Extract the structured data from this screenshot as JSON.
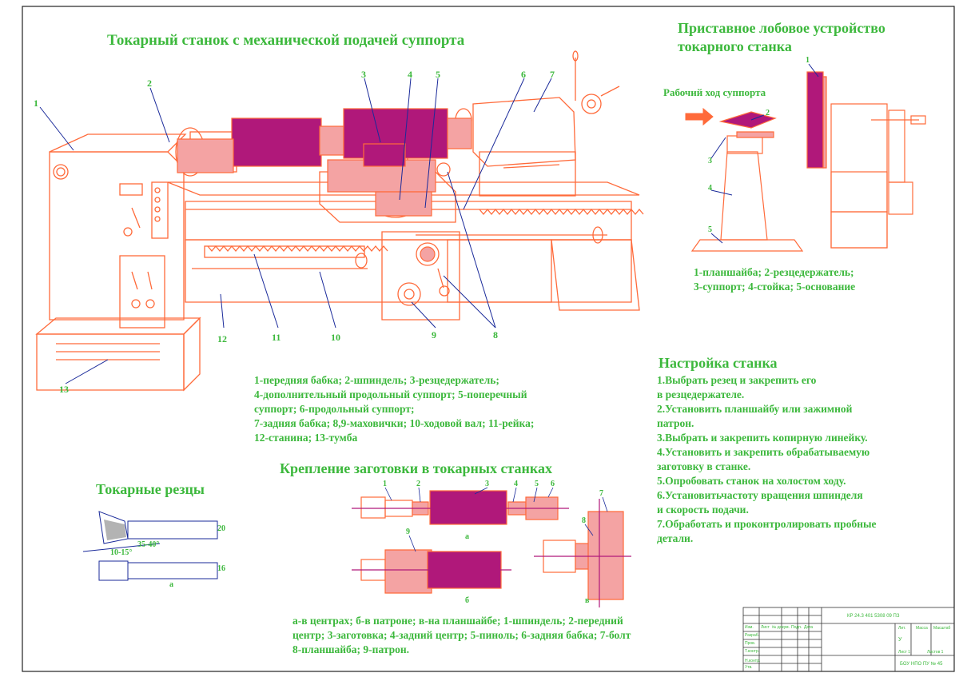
{
  "titles": {
    "main": "Токарный станок с механической подачей суппорта",
    "faceplate_device_line1": "Приставное лобовое устройство",
    "faceplate_device_line2": "токарного станка",
    "workpiece_mounting": "Крепление заготовки в токарных станках",
    "cutters": "Токарные резцы",
    "setup": "Настройка станка"
  },
  "faceplate_caption": "Рабочий ход суппорта",
  "lathe_labels": [
    "1",
    "2",
    "3",
    "4",
    "5",
    "6",
    "7",
    "8",
    "9",
    "10",
    "11",
    "12",
    "13"
  ],
  "lathe_legend": [
    "1-передняя бабка; 2-шпиндель; 3-резцедержатель;",
    "4-дополнительный продольный суппорт; 5-поперечный",
    "суппорт; 6-продольный суппорт;",
    "7-задняя бабка; 8,9-маховички; 10-ходовой вал; 11-рейка;",
    "12-станина; 13-тумба"
  ],
  "faceplate_labels": [
    "1",
    "2",
    "3",
    "4",
    "5"
  ],
  "faceplate_legend": [
    "1-планшайба; 2-резцедержатель;",
    "3-суппорт; 4-стойка; 5-основание"
  ],
  "setup_steps": [
    "1.Выбрать резец и закрепить его",
    " в резцедержателе.",
    "2.Установить планшайбу или зажимной",
    "патрон.",
    "3.Выбрать и закрепить копирную линейку.",
    "4.Установить и закрепить обрабатываемую",
    "заготовку в станке.",
    "5.Опробовать станок на холостом ходу.",
    "6.Установитьчастоту вращения шпинделя",
    "и скорость подачи.",
    "7.Обработать и проконтролировать пробные",
    " детали."
  ],
  "mounting_labels": [
    "1",
    "2",
    "3",
    "4",
    "5",
    "6",
    "7",
    "8",
    "9",
    "а",
    "б",
    "в"
  ],
  "mounting_legend": [
    "а-в центрах; б-в патроне; в-на планшайбе; 1-шпиндель; 2-передний",
    "центр; 3-заготовка; 4-задний центр; 5-пиноль; 6-задняя бабка; 7-болт",
    "8-планшайба; 9-патрон."
  ],
  "cutter_labels": {
    "angle1": "35-40°",
    "angle2": "10-15°",
    "a": "а",
    "dim1": "20",
    "dim2": "16"
  },
  "stamp": {
    "code": "КР 24.3 401 5308 09 ПЗ",
    "org": "БОУ НПО ПУ № 45",
    "rows": [
      "Изм.",
      "Лист",
      "№ докум.",
      "Подп.",
      "Дата",
      "Разраб.",
      "Пров.",
      "Т.контр.",
      "Н.контр.",
      "Утв."
    ],
    "cols": [
      "Лит.",
      "Масса",
      "Масштаб",
      "Лист 1",
      "Листов 1",
      "У"
    ]
  },
  "colors": {
    "outline": "#ff6a3a",
    "fill_magenta": "#b0187a",
    "fill_pink": "#f4a3a3",
    "text_green": "#3cb83c",
    "leader_blue": "#1a2a9a"
  }
}
